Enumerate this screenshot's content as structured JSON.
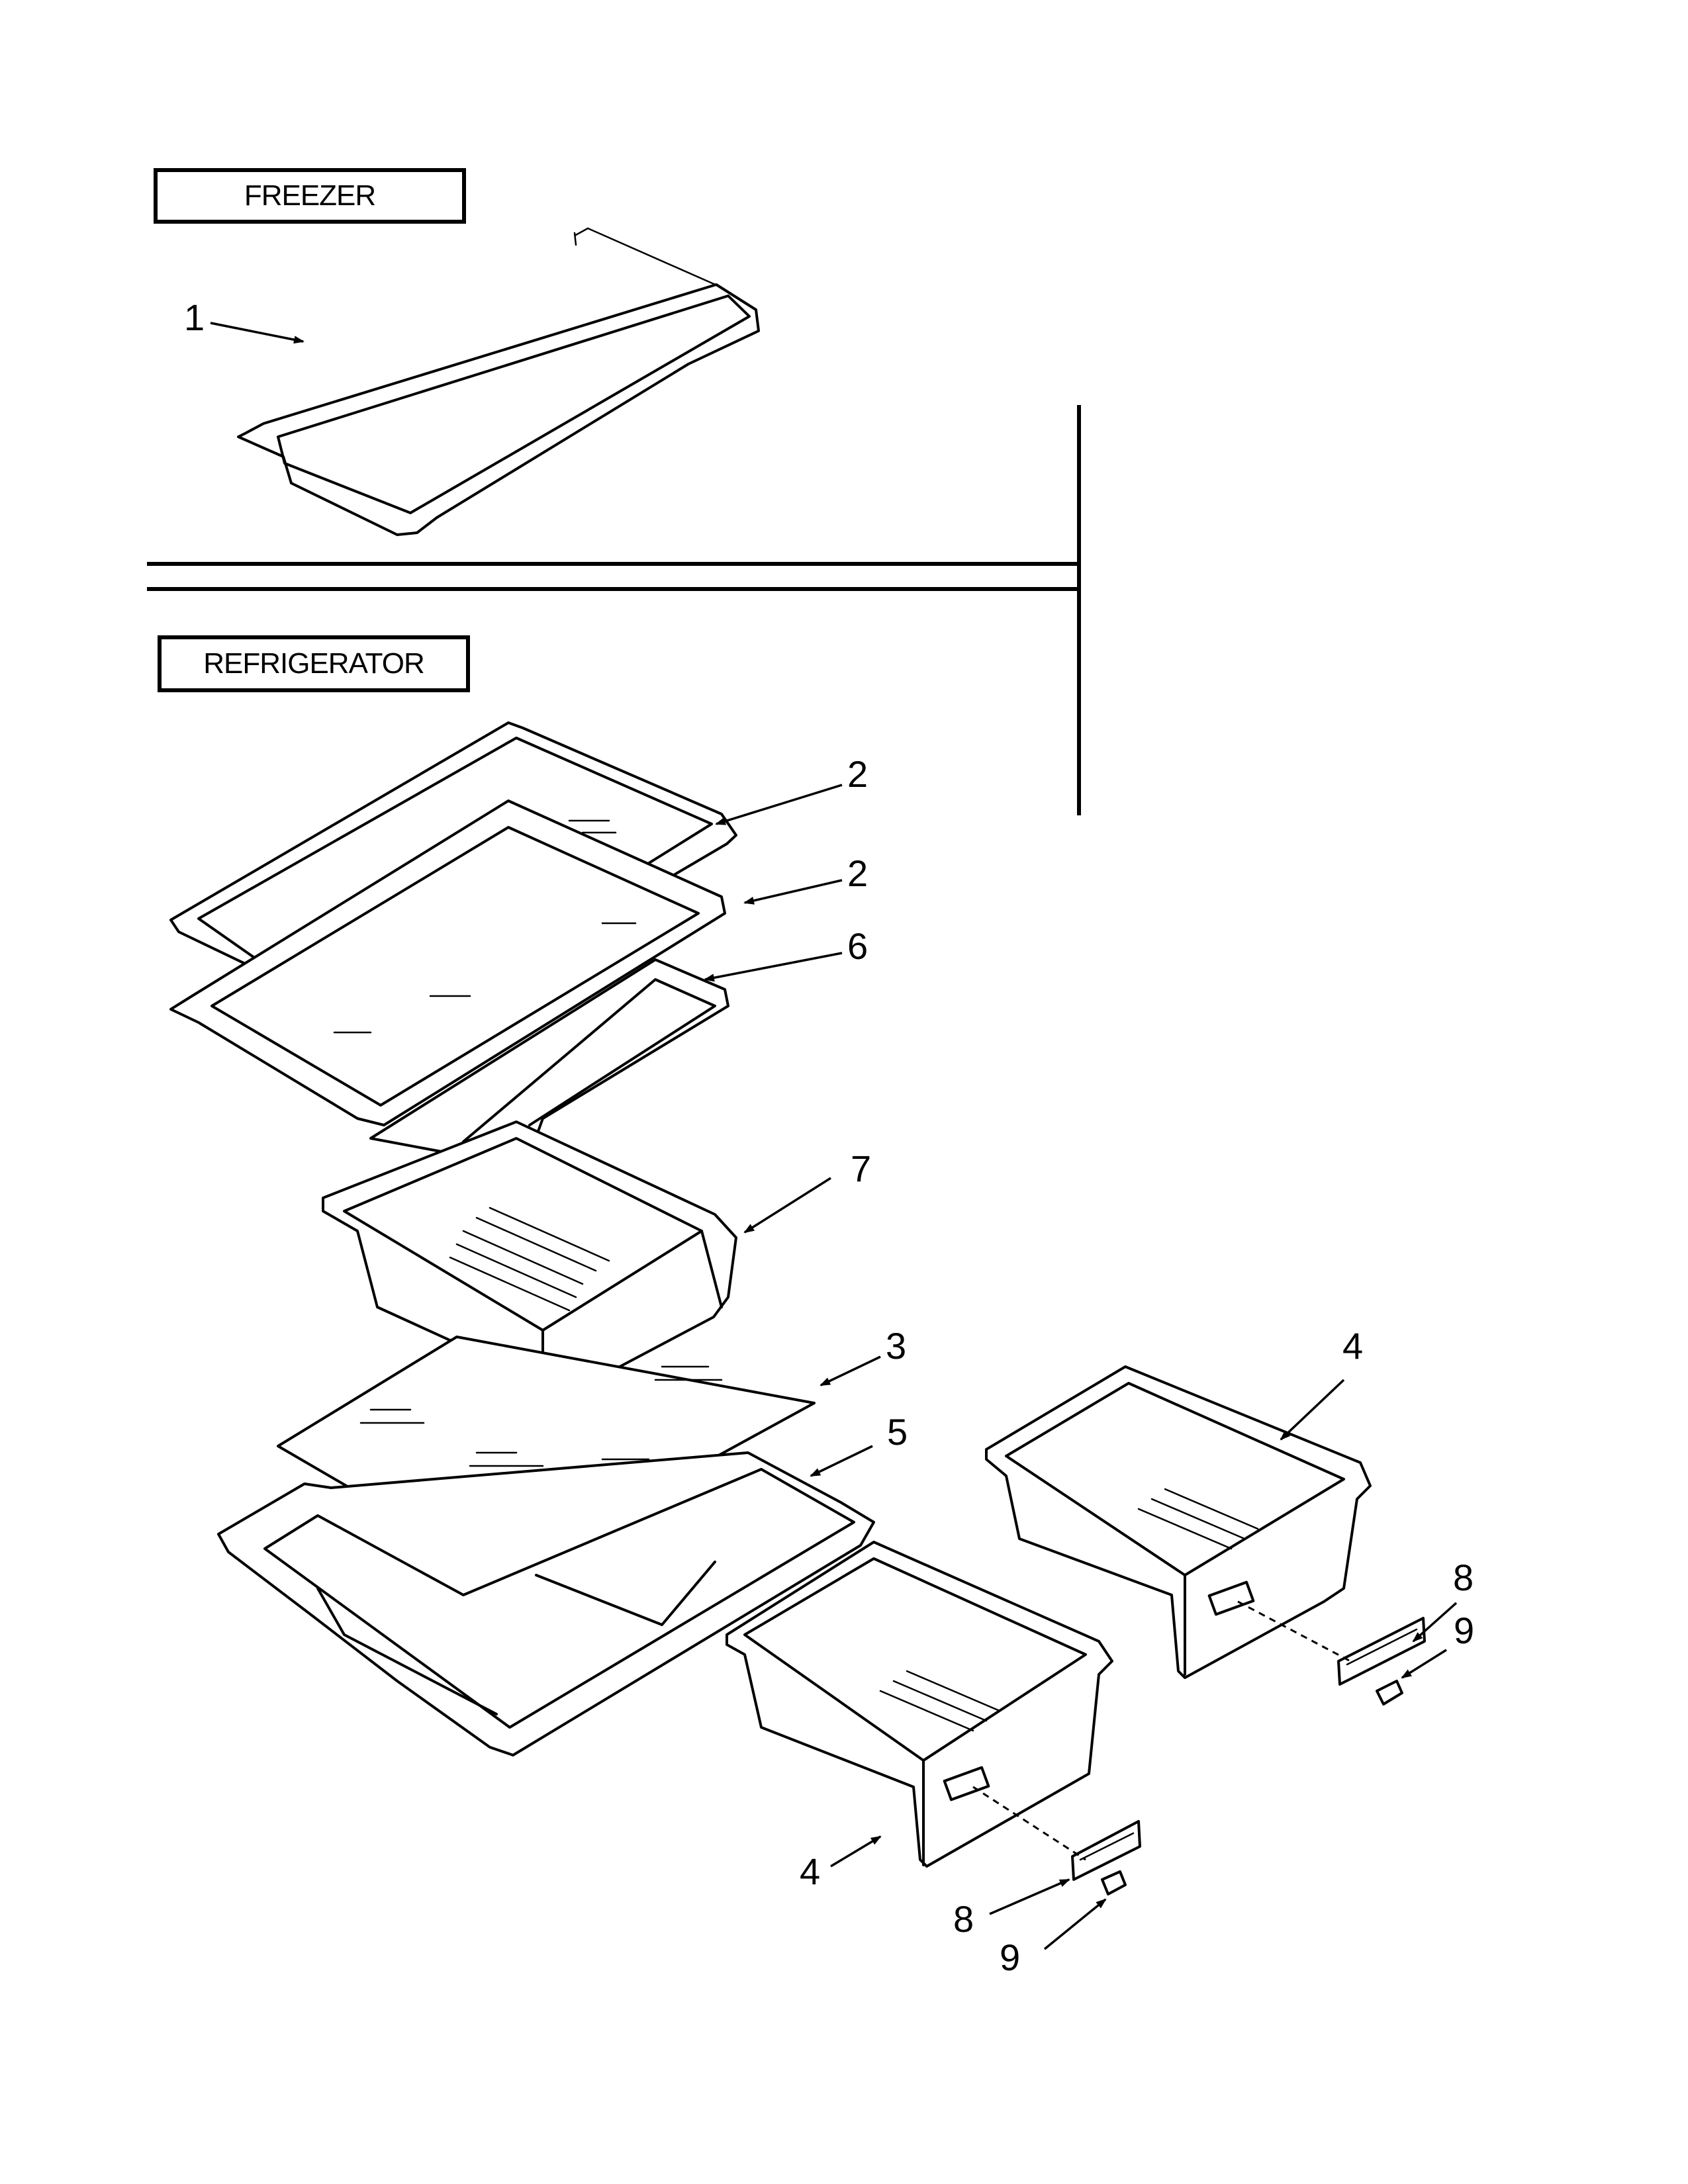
{
  "sections": {
    "freezer_label": "FREEZER",
    "refrigerator_label": "REFRIGERATOR"
  },
  "callouts": [
    {
      "id": "c1",
      "text": "1"
    },
    {
      "id": "c2a",
      "text": "2"
    },
    {
      "id": "c2b",
      "text": "2"
    },
    {
      "id": "c6",
      "text": "6"
    },
    {
      "id": "c7",
      "text": "7"
    },
    {
      "id": "c3",
      "text": "3"
    },
    {
      "id": "c5",
      "text": "5"
    },
    {
      "id": "c4a",
      "text": "4"
    },
    {
      "id": "c4b",
      "text": "4"
    },
    {
      "id": "c8a",
      "text": "8"
    },
    {
      "id": "c9a",
      "text": "9"
    },
    {
      "id": "c8b",
      "text": "8"
    },
    {
      "id": "c9b",
      "text": "9"
    }
  ]
}
